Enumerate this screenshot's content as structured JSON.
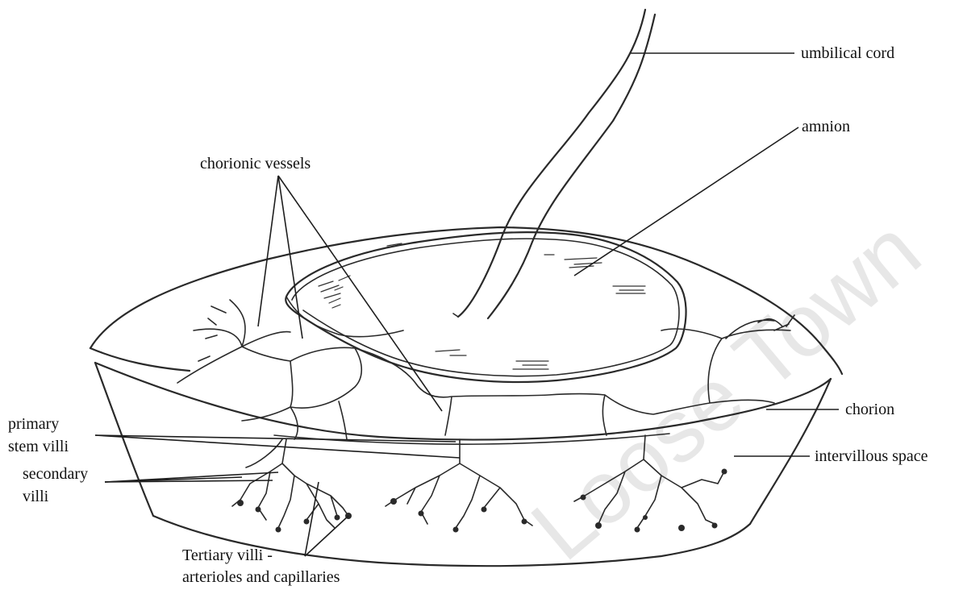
{
  "labels": {
    "umbilical_cord": "umbilical cord",
    "amnion": "amnion",
    "chorionic_vessels": "chorionic vessels",
    "primary_line1": "primary",
    "primary_line2": "stem villi",
    "secondary_line1": "secondary",
    "secondary_line2": "villi",
    "chorion": "chorion",
    "intervillous_space": "intervillous space",
    "tertiary_line1": "Tertiary villi -",
    "tertiary_line2": "arterioles and capillaries"
  },
  "watermark": "Loose Town"
}
